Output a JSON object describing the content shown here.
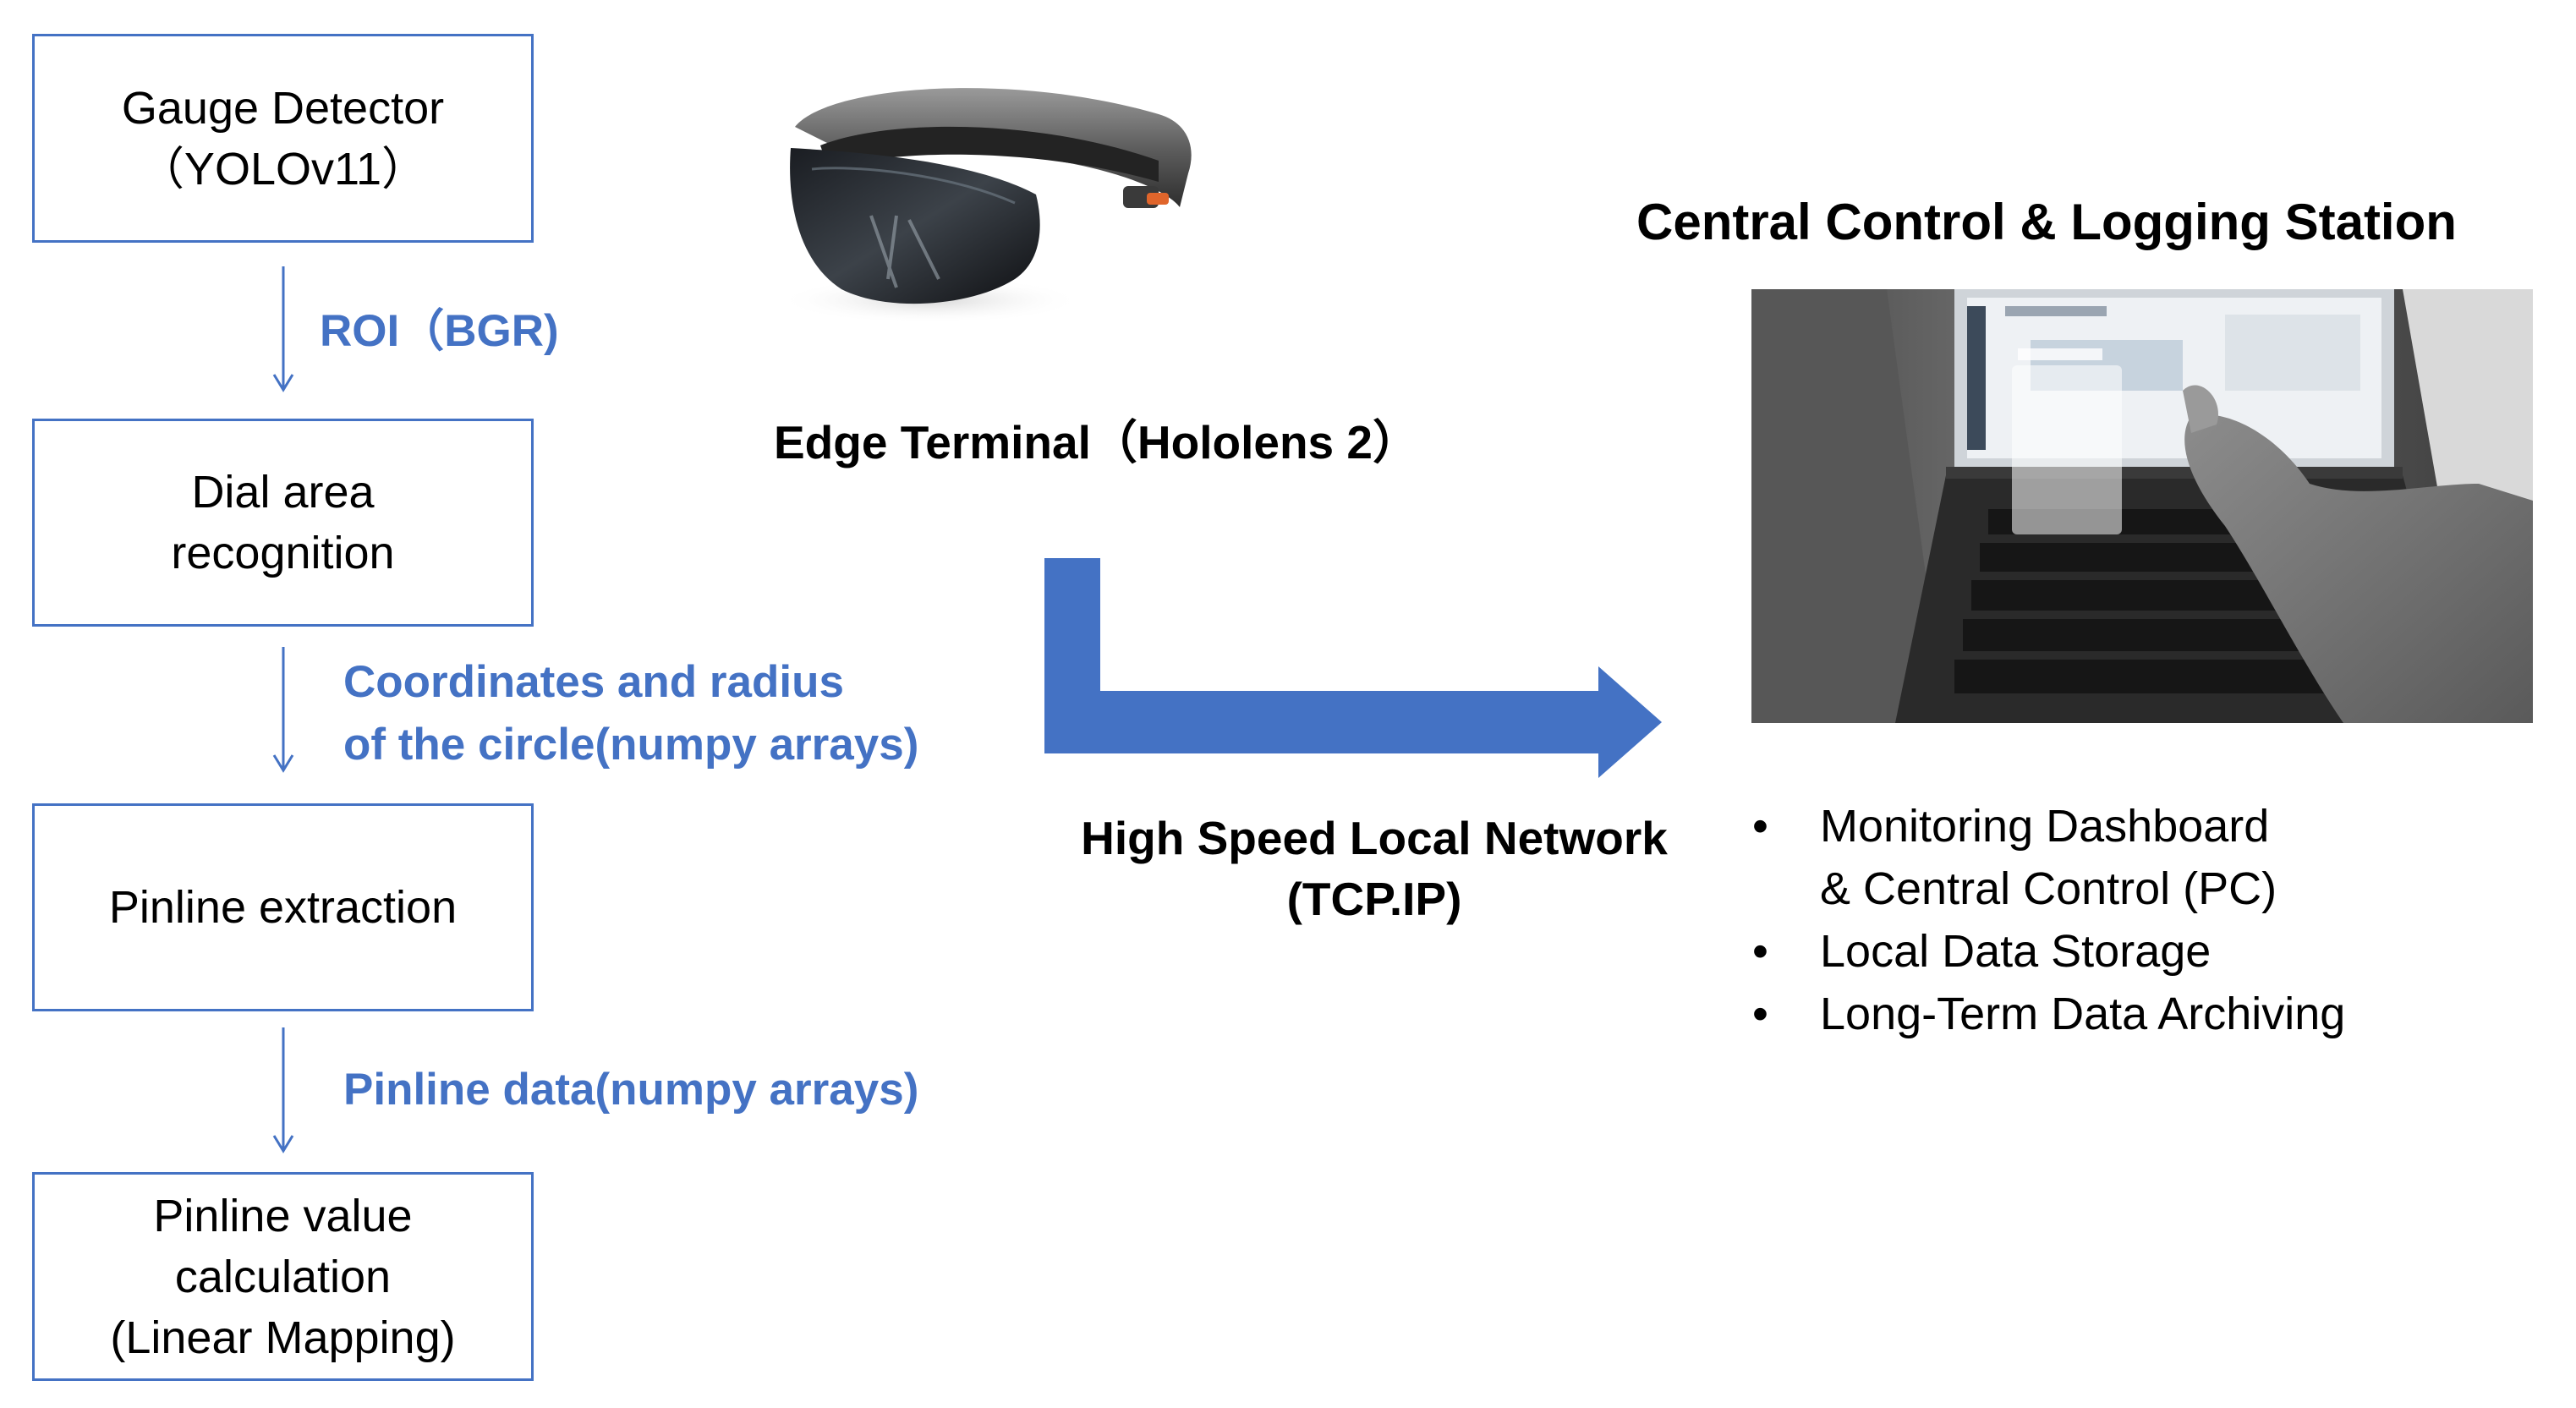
{
  "pipeline": {
    "steps": [
      {
        "line1": "Gauge Detector",
        "line2": "（YOLOv11）",
        "line3": ""
      },
      {
        "line1": "Dial area",
        "line2": "recognition",
        "line3": ""
      },
      {
        "line1": "Pinline extraction",
        "line2": "",
        "line3": ""
      },
      {
        "line1": "Pinline value",
        "line2": "calculation",
        "line3": "(Linear Mapping)"
      }
    ],
    "edges": [
      {
        "line1": "ROI（BGR)",
        "line2": ""
      },
      {
        "line1": "Coordinates and radius",
        "line2": "of the circle(numpy arrays)"
      },
      {
        "line1": "Pinline data(numpy arrays)",
        "line2": ""
      }
    ]
  },
  "edge_terminal": {
    "label": "Edge Terminal（Hololens 2）",
    "device_icon": "mixed-reality-headset"
  },
  "network": {
    "line1": "High Speed Local Network",
    "line2": "(TCP.IP)"
  },
  "station": {
    "title": "Central Control & Logging Station",
    "photo": "user-gesturing-at-laptop-through-hololens-view",
    "bullets": [
      {
        "line1": "Monitoring Dashboard",
        "line2": "& Central Control (PC)"
      },
      {
        "line1": "Local Data Storage",
        "line2": ""
      },
      {
        "line1": "Long-Term Data Archiving",
        "line2": ""
      }
    ]
  },
  "colors": {
    "accent": "#4472c4",
    "text": "#000000",
    "background": "#ffffff"
  }
}
